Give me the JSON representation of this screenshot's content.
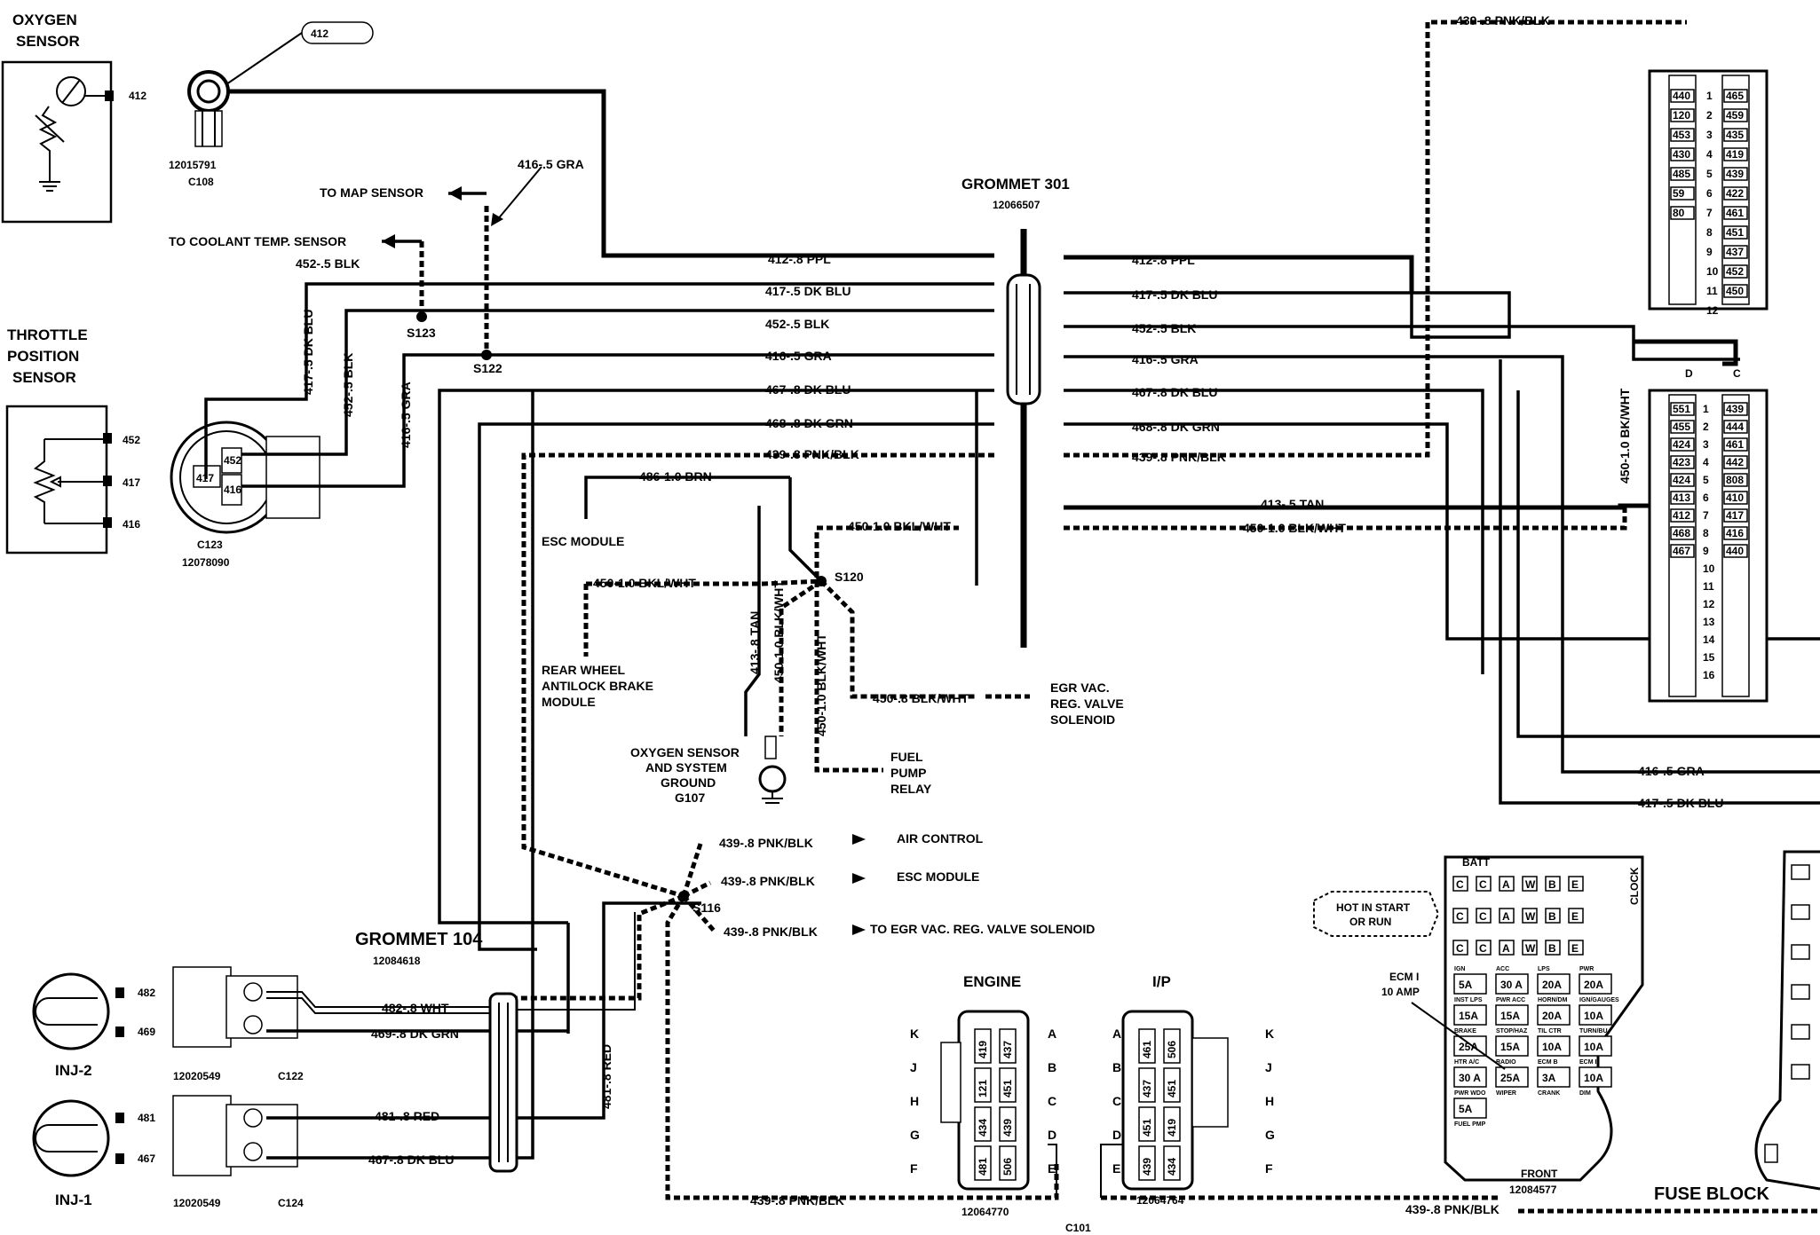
{
  "components": {
    "oxygen_sensor": {
      "title_1": "OXYGEN",
      "title_2": "SENSOR",
      "pin": "412"
    },
    "throttle_position_sensor": {
      "title_1": "THROTTLE",
      "title_2": "POSITION",
      "title_3": "SENSOR",
      "pins": [
        "452",
        "417",
        "416"
      ]
    },
    "c108": {
      "tag": "412",
      "part": "12015791",
      "ref": "C108"
    },
    "c123": {
      "part": "12078090",
      "ref": "C123",
      "cavities": [
        "417",
        "452",
        "416"
      ]
    },
    "grommet_301": {
      "title": "GROMMET 301",
      "part": "12066507"
    },
    "grommet_104": {
      "title": "GROMMET 104",
      "part": "12084618"
    },
    "inj_2": {
      "name": "INJ-2",
      "pins": [
        "482",
        "469"
      ],
      "part": "12020549",
      "ref": "C122"
    },
    "inj_1": {
      "name": "INJ-1",
      "pins": [
        "481",
        "467"
      ],
      "part": "12020549",
      "ref": "C124"
    },
    "splices": {
      "s123": "S123",
      "s122": "S122",
      "s120": "S120",
      "s116": "S116"
    },
    "c101": {
      "ref": "C101",
      "engine_title": "ENGINE",
      "engine_part": "12064770",
      "ip_title": "I/P",
      "ip_part": "12064764",
      "rows_left": [
        "K",
        "J",
        "H",
        "G",
        "F"
      ],
      "rows_right": [
        "A",
        "B",
        "C",
        "D",
        "E"
      ],
      "engine_cavities": [
        "419",
        "121",
        "434",
        "481",
        "437",
        "451",
        "439",
        "506"
      ],
      "ip_cavities": [
        "461",
        "437",
        "451",
        "439",
        "506",
        "451",
        "419",
        "434"
      ]
    },
    "ecm": {
      "top_pins_left": [
        "440",
        "120",
        "453",
        "430",
        "485",
        "59",
        "80"
      ],
      "top_pins_right": [
        "465",
        "459",
        "435",
        "419",
        "439",
        "422",
        "461",
        "451",
        "437",
        "452",
        "450"
      ],
      "top_rows": [
        "1",
        "2",
        "3",
        "4",
        "5",
        "6",
        "7",
        "8",
        "9",
        "10",
        "11",
        "12"
      ],
      "bot_cols": [
        "D",
        "C"
      ],
      "bot_pins_left": [
        "551",
        "455",
        "424",
        "423",
        "424",
        "413",
        "412",
        "468",
        "467"
      ],
      "bot_pins_right": [
        "439",
        "444",
        "461",
        "442",
        "808",
        "410",
        "417",
        "416",
        "440"
      ],
      "bot_rows": [
        "1",
        "2",
        "3",
        "4",
        "5",
        "6",
        "7",
        "8",
        "9",
        "10",
        "11",
        "12",
        "13",
        "14",
        "15",
        "16"
      ]
    },
    "fuse_block": {
      "title": "FUSE BLOCK",
      "front": "FRONT",
      "part": "12084577",
      "hot_note_1": "HOT IN START",
      "hot_note_2": "OR RUN",
      "ecm_fuse_1": "ECM I",
      "ecm_fuse_2": "10 AMP",
      "top_label": "BATT",
      "side_label": "CLOCK",
      "fuses": [
        "5A",
        "30 A",
        "20A",
        "20A",
        "15A",
        "15A",
        "20A",
        "10A",
        "25A",
        "15A",
        "10A",
        "10A",
        "30 A",
        "25A",
        "3A",
        "10A",
        "5A"
      ],
      "fuse_names": [
        "IGN",
        "ACC",
        "LPS",
        "PWR",
        "INST LPS",
        "PWR ACC",
        "HORN/DM",
        "IGN/GAUGES",
        "BRAKE",
        "STOP/HAZ",
        "TIL CTR",
        "TURN/BU",
        "HTR A/C",
        "RADIO",
        "ECM B",
        "ECM I",
        "PWR WDO",
        "WIPER",
        "CRANK",
        "DIM",
        "FUEL PMP"
      ],
      "relays": [
        "C",
        "C",
        "A",
        "W",
        "B",
        "E",
        "C",
        "C",
        "A",
        "W",
        "B",
        "E",
        "C",
        "C",
        "A",
        "W",
        "B",
        "E"
      ]
    }
  },
  "wires": {
    "w412_ppl_l": "412-.8 PPL",
    "w417_dkblu_l": "417-.5 DK BLU",
    "w452_blk_l": "452-.5 BLK",
    "w416_gra_l": "416-.5 GRA",
    "w467_dkblu_l": "467-.8 DK BLU",
    "w468_dkgrn_l": "468-.8 DK GRN",
    "w439_pnkblk_l": "439-.8 PNK/BLK",
    "w412_ppl_r": "412-.8 PPL",
    "w417_dkblu_r": "417-.5 DK BLU",
    "w452_blk_r": "452-.5 BLK",
    "w416_gra_r": "416-.5 GRA",
    "w467_dkblu_r": "467-.8 DK BLU",
    "w468_dkgrn_r": "468-.8 DK GRN",
    "w439_pnkblk_r": "439-.8 PNK/BLK",
    "w413_tan": "413-.5 TAN",
    "w450_blkwht_r": "450-1.0 BLK/WHT",
    "w416_gra_map": "416-.5 GRA",
    "w452_blk_ct": "452-.5 BLK",
    "w417_tps": "417-.5 DK BLU",
    "w452_tps": "452-.5 BLK",
    "w416_tps": "416-.5 GRA",
    "w486_brn": "486-1.0 BRN",
    "w450_bklwht_a": "450-1.0 BKL/WHT",
    "w450_bklwht_b": "450-1.0 BKL/WHT",
    "w413_tan_v": "413-.8 TAN",
    "w450_blkwht_v1": "450-1.0 BLK/WHT",
    "w450_blkwht_v2": "450-1.0 BLK/WHT",
    "w450_blkwht_egr": "450-.8 BLK/WHT",
    "w439_air": "439-.8 PNK/BLK",
    "w439_esc": "439-.8 PNK/BLK",
    "w439_egr": "439-.8 PNK/BLK",
    "w482_wht": "482-.8 WHT",
    "w469_dkgrn": "469-.8 DK GRN",
    "w481_red": "481-.8 RED",
    "w467_dkblu_inj": "467-.8 DK BLU",
    "w481_red_v": "481-.8 RED",
    "w439_bottom_1": "439-.8 PNK/BLK",
    "w439_bottom_2": "439-.8 PNK/BLK",
    "w439_top": "439-.8 PNK/BLK",
    "w450_ecm_v": "450-1.0 BK/WHT",
    "w416_gra_ecm": "416-.5 GRA",
    "w417_dkblu_ecm": "417-.5 DK BLU"
  },
  "destinations": {
    "map_sensor": "TO MAP SENSOR",
    "coolant": "TO COOLANT TEMP. SENSOR",
    "esc_module": "ESC MODULE",
    "rwal_1": "REAR WHEEL",
    "rwal_2": "ANTILOCK BRAKE",
    "rwal_3": "MODULE",
    "o2_ground_1": "OXYGEN SENSOR",
    "o2_ground_2": "AND SYSTEM",
    "o2_ground_3": "GROUND",
    "o2_ground_4": "G107",
    "egr_1": "EGR VAC.",
    "egr_2": "REG. VALVE",
    "egr_3": "SOLENOID",
    "fuel_1": "FUEL",
    "fuel_2": "PUMP",
    "fuel_3": "RELAY",
    "air_control": "AIR CONTROL",
    "esc_module_2": "ESC MODULE",
    "egr_solenoid": "TO EGR VAC. REG. VALVE SOLENOID"
  }
}
